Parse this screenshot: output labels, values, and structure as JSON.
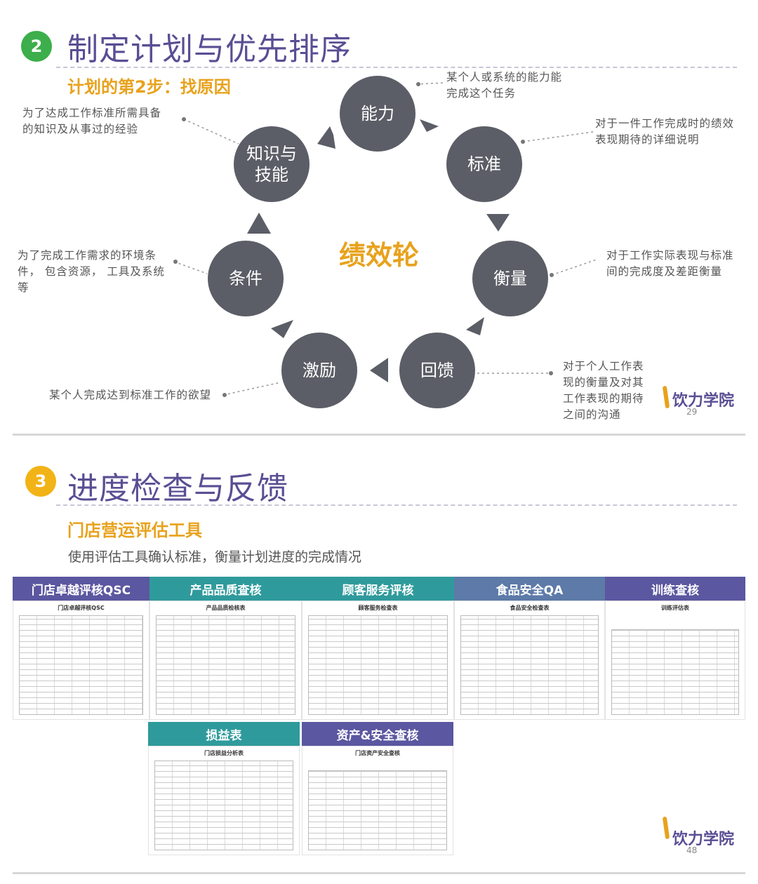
{
  "top": {
    "badge": "2",
    "title": "制定计划与优先排序",
    "subtitle": "计划的第2步：找原因",
    "center_label": "绩效轮",
    "nodes": {
      "ability": "能力",
      "standard": "标准",
      "measure": "衡量",
      "feedback": "回馈",
      "incentive": "激励",
      "condition": "条件",
      "knowledge": "知识与技能"
    },
    "descriptions": {
      "knowledge": "为了达成工作标准所需具备的知识及从事过的经验",
      "ability": "某个人或系统的能力能完成这个任务",
      "standard": "对于一件工作完成时的绩效表现期待的详细说明",
      "measure": "对于工作实际表现与标准间的完成度及差距衡量",
      "feedback": "对于个人工作表现的衡量及对其工作表现的期待之间的沟通",
      "incentive": "某个人完成达到标准工作的欲望",
      "condition": "为了完成工作需求的环境条件， 包含资源， 工具及系统等"
    },
    "brand": "饮力学院",
    "page": "29"
  },
  "bottom": {
    "badge": "3",
    "title": "进度检查与反馈",
    "subtitle": "门店营运评估工具",
    "description": "使用评估工具确认标准，衡量计划进度的完成情况",
    "tools": [
      {
        "label": "门店卓越评核QSC",
        "sheet_title": "门店卓越评核QSC"
      },
      {
        "label": "产品品质查核",
        "sheet_title": "产品品质检核表"
      },
      {
        "label": "顾客服务评核",
        "sheet_title": "顾客服务检查表"
      },
      {
        "label": "食品安全QA",
        "sheet_title": "食品安全检查表"
      },
      {
        "label": "训练查核",
        "sheet_title": "训练评估表"
      }
    ],
    "tools2": [
      {
        "label": "损益表",
        "sheet_title": "门店损益分析表"
      },
      {
        "label": "资产&安全查核",
        "sheet_title": "门店资产安全查核"
      }
    ],
    "colors": {
      "teal": "#2f9a9c",
      "purple": "#5b57a0",
      "gray_blue": "#5d7aa8"
    },
    "brand": "饮力学院",
    "page": "48"
  }
}
